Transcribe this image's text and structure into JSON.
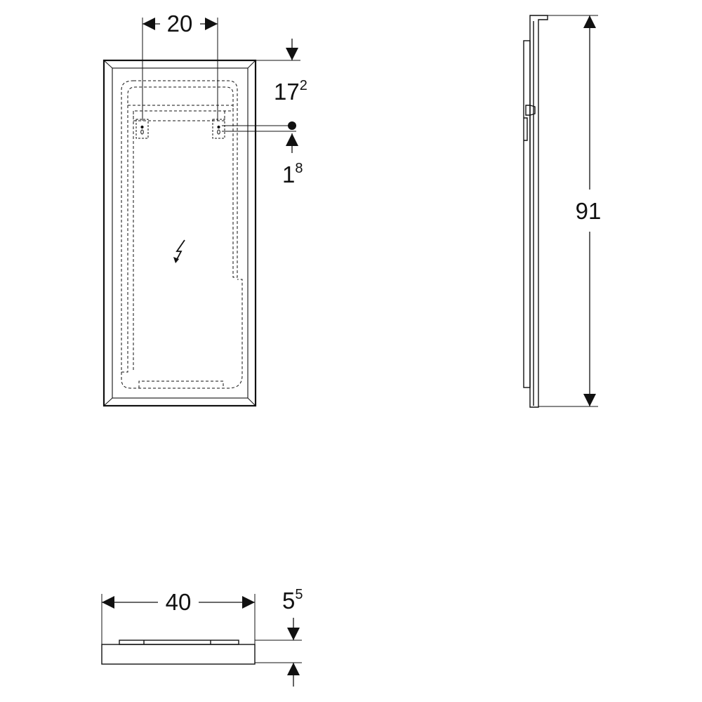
{
  "drawing": {
    "front_view": {
      "bracket_spacing": "20",
      "bracket_height_main": "17",
      "bracket_height_sup": "2",
      "bracket_offset_main": "1",
      "bracket_offset_sup": "8"
    },
    "side_view": {
      "height": "91"
    },
    "top_view": {
      "width": "40",
      "depth_main": "5",
      "depth_sup": "5"
    },
    "colors": {
      "line": "#111111",
      "background": "#ffffff"
    },
    "icons": [
      "electrical-connection-icon"
    ]
  }
}
